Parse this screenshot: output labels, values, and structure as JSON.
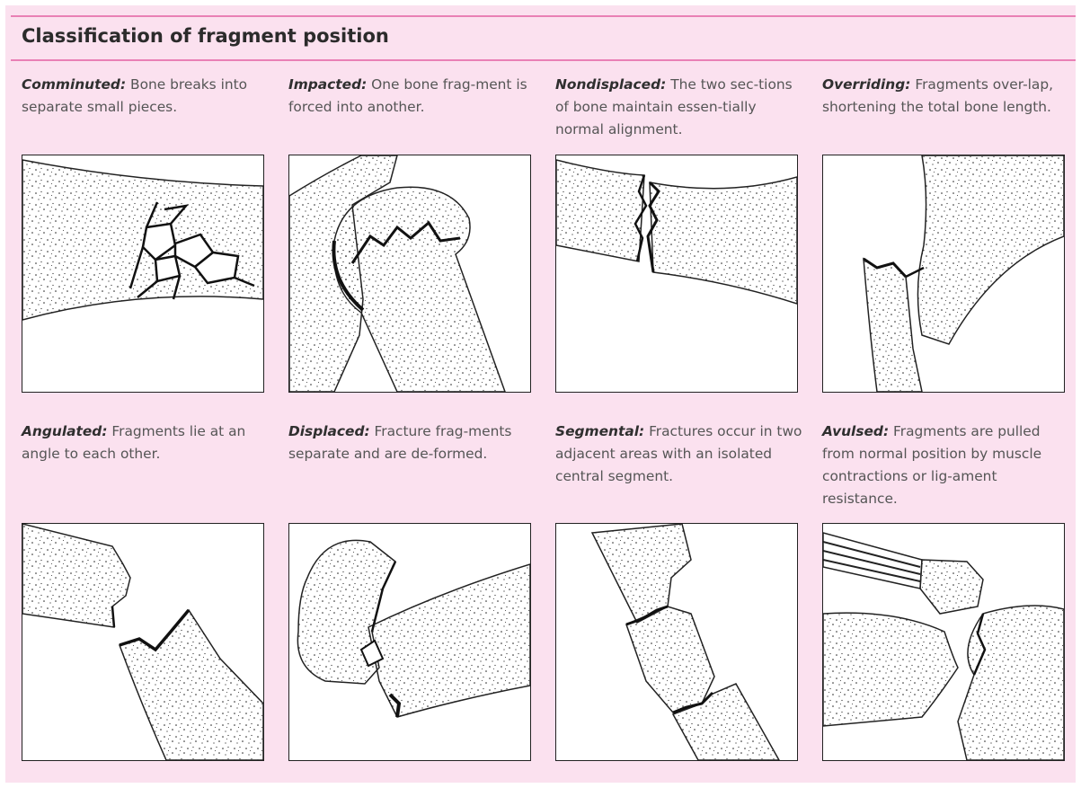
{
  "title": "Classification of fragment position",
  "items": [
    {
      "term": "Comminuted:",
      "text": "Bone breaks into separate small pieces.",
      "illustration": "comminuted-fracture"
    },
    {
      "term": "Impacted:",
      "text": "One bone frag-ment is forced into another.",
      "illustration": "impacted-fracture"
    },
    {
      "term": "Nondisplaced:",
      "text": "The two sec-tions of bone maintain essen-tially normal alignment.",
      "illustration": "nondisplaced-fracture"
    },
    {
      "term": "Overriding:",
      "text": "Fragments over-lap, shortening the total bone length.",
      "illustration": "overriding-fracture"
    },
    {
      "term": "Angulated:",
      "text": "Fragments lie at an angle to each other.",
      "illustration": "angulated-fracture"
    },
    {
      "term": "Displaced:",
      "text": "Fracture frag-ments separate and are de-formed.",
      "illustration": "displaced-fracture"
    },
    {
      "term": "Segmental:",
      "text": "Fractures occur in two adjacent areas with an isolated central segment.",
      "illustration": "segmental-fracture"
    },
    {
      "term": "Avulsed:",
      "text": "Fragments are pulled from normal position by muscle contractions or lig-ament resistance.",
      "illustration": "avulsed-fracture"
    }
  ],
  "colors": {
    "panel": "#fbe1ef",
    "rule": "#e980b5",
    "ink": "#222222"
  }
}
